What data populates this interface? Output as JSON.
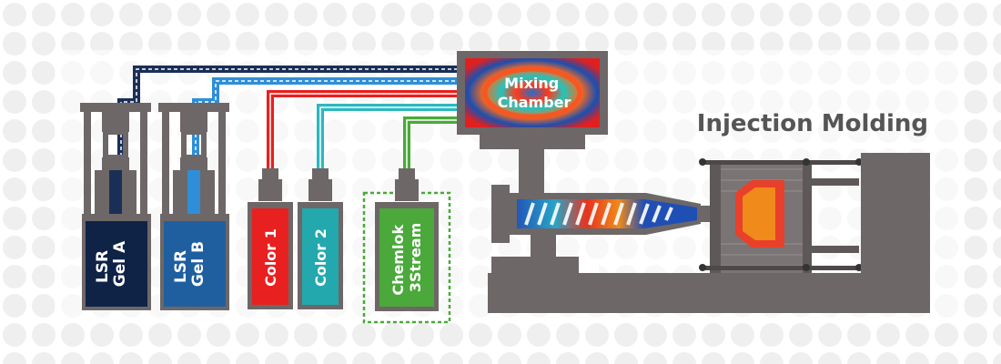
{
  "title": "Injection Molding",
  "mixing_chamber": {
    "line1": "Mixing",
    "line2": "Chamber"
  },
  "tanks": [
    {
      "id": "gel-a",
      "line1": "LSR",
      "line2": "Gel A",
      "color": "#0f2347",
      "line_color": "#1a2f55"
    },
    {
      "id": "gel-b",
      "line1": "LSR",
      "line2": "Gel B",
      "color": "#1f5fa0",
      "line_color": "#2e8fd8"
    },
    {
      "id": "color-1",
      "line1": "Color 1",
      "line2": "",
      "color": "#e8201f",
      "line_color": "#e8201f"
    },
    {
      "id": "color-2",
      "line1": "Color 2",
      "line2": "",
      "color": "#23a8ad",
      "line_color": "#2cb8c0"
    },
    {
      "id": "chemlok",
      "line1": "Chemlok",
      "line2": "3Stream",
      "color": "#4aa93a",
      "line_color": "#4aa93a"
    }
  ],
  "colors": {
    "machine_gray": "#6d6767",
    "dark_gray": "#4e4848",
    "dot_bg": "#eeeeee"
  }
}
